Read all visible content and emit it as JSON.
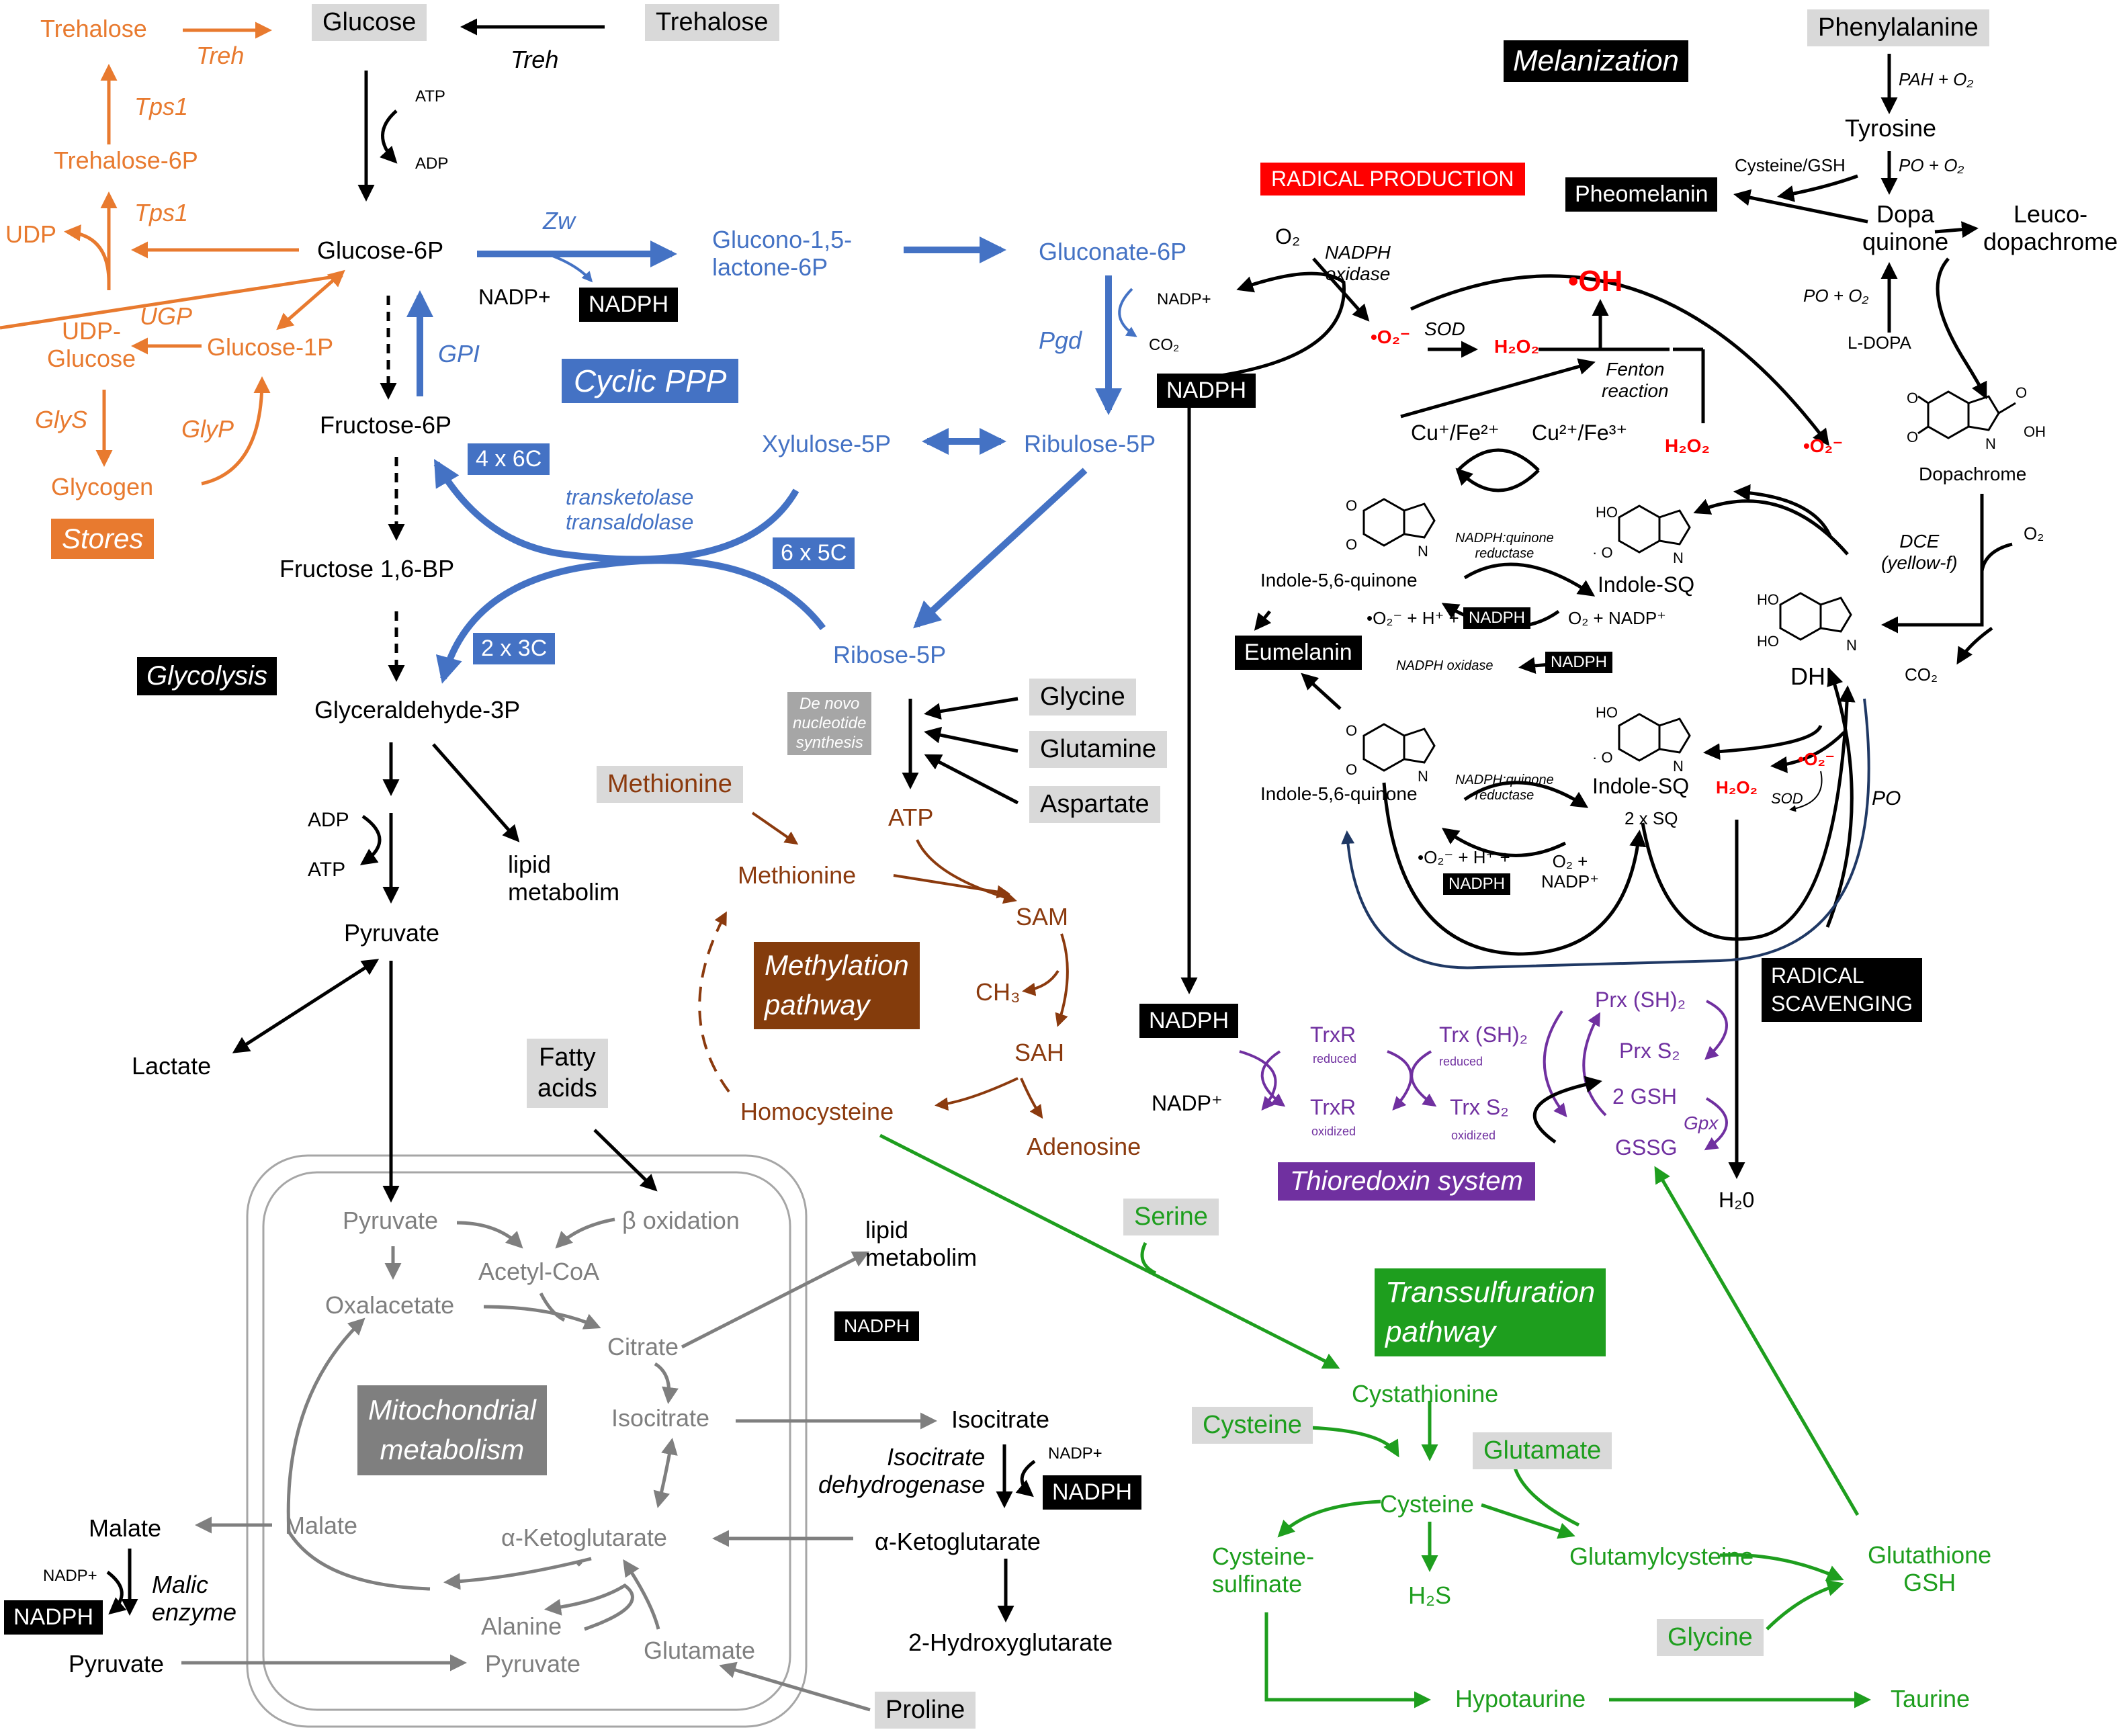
{
  "colors": {
    "orange": "#e87a2f",
    "blue": "#4472c4",
    "brown": "#8b3a0e",
    "grey": "#7f7f7f",
    "green": "#1e9e1e",
    "purple": "#7030a0",
    "red": "#ff0000",
    "navy": "#1f3864",
    "black": "#000000"
  },
  "stores": {
    "trehalose": "Trehalose",
    "treh": "Treh",
    "tps1_a": "Tps1",
    "trehalose_6p": "Trehalose-6P",
    "tps1_b": "Tps1",
    "udp": "UDP",
    "ugp": "UGP",
    "udp_glucose": "UDP-\nGlucose",
    "glucose_1p": "Glucose-1P",
    "glys": "GlyS",
    "glyp": "GlyP",
    "glycogen": "Glycogen",
    "box": "Stores"
  },
  "glycolysis": {
    "glucose_box": "Glucose",
    "trehalose_box": "Trehalose",
    "treh": "Treh",
    "atp": "ATP",
    "adp": "ADP",
    "glucose_6p": "Glucose-6P",
    "fructose_6p": "Fructose-6P",
    "gpi": "GPI",
    "fructose_16bp": "Fructose 1,6-BP",
    "box": "Glycolysis",
    "g3p": "Glyceraldehyde-3P",
    "adp2": "ADP",
    "atp2": "ATP",
    "lipid": "lipid\nmetabolim",
    "pyruvate": "Pyruvate",
    "lactate": "Lactate"
  },
  "ppp": {
    "zw": "Zw",
    "nadp_plus": "NADP+",
    "nadph": "NADPH",
    "glucono": "Glucono-1,5-\nlactone-6P",
    "gluconate": "Gluconate-6P",
    "nadp_plus2": "NADP+",
    "pgd": "Pgd",
    "co2": "CO₂",
    "nadph2": "NADPH",
    "box": "Cyclic PPP",
    "xylulose": "Xylulose-5P",
    "ribulose": "Ribulose-5P",
    "c6": "4 x 6C",
    "c5": "6 x 5C",
    "c3": "2 x 3C",
    "transketolase": "transketolase\ntransaldolase",
    "ribose": "Ribose-5P"
  },
  "nucleotide": {
    "denovo": "De novo\nnucleotide\nsynthesis",
    "glycine": "Glycine",
    "glutamine": "Glutamine",
    "aspartate": "Aspartate",
    "atp": "ATP"
  },
  "methylation": {
    "methionine_box": "Methionine",
    "methionine": "Methionine",
    "sam": "SAM",
    "ch3": "CH₃",
    "sah": "SAH",
    "homocysteine": "Homocysteine",
    "adenosine": "Adenosine",
    "box": "Methylation\npathway"
  },
  "mito": {
    "fatty": "Fatty\nacids",
    "pyruvate": "Pyruvate",
    "beta_ox": "β oxidation",
    "acetyl": "Acetyl-CoA",
    "oxalacetate": "Oxalacetate",
    "citrate": "Citrate",
    "isocitrate": "Isocitrate",
    "box": "Mitochondrial\nmetabolism",
    "malate": "Malate",
    "akg": "α-Ketoglutarate",
    "alanine": "Alanine",
    "pyruvate2": "Pyruvate",
    "glutamate": "Glutamate",
    "lipid": "lipid\nmetabolim",
    "nadph": "NADPH",
    "isocitrate_out": "Isocitrate",
    "idh": "Isocitrate\ndehydrogenase",
    "nadp_plus": "NADP+",
    "nadph2": "NADPH",
    "akg_out": "α-Ketoglutarate",
    "hydroxy": "2-Hydroxyglutarate",
    "malate_out": "Malate",
    "nadp_plus2": "NADP+",
    "nadph3": "NADPH",
    "malic": "Malic\nenzyme",
    "pyruvate_out": "Pyruvate",
    "proline": "Proline"
  },
  "melanization": {
    "title": "Melanization",
    "radical": "RADICAL PRODUCTION",
    "phenylalanine": "Phenylalanine",
    "pah": "PAH + O₂",
    "tyrosine": "Tyrosine",
    "po1": "PO + O₂",
    "cys_gsh": "Cysteine/GSH",
    "pheomelanin": "Pheomelanin",
    "dopa_quinone": "Dopa\nquinone",
    "leuco": "Leuco-\ndopachrome",
    "po2": "PO + O₂",
    "ldopa": "L-DOPA",
    "dopachrome": "Dopachrome",
    "dce": "DCE\n(yellow-f)",
    "o2_dce": "O₂",
    "co2_dhi": "CO₂",
    "dhi": "DHI",
    "o2": "O₂",
    "nadph_ox": "NADPH\noxidase",
    "superoxide": "•O₂⁻",
    "sod": "SOD",
    "h2o2": "H₂O₂",
    "oh": "•OH",
    "fenton": "Fenton\nreaction",
    "cu_fe_1": "Cu⁺/Fe²⁺",
    "cu_fe_2": "Cu²⁺/Fe³⁺",
    "h2o2_b": "H₂O₂",
    "superoxide_b": "•O₂⁻",
    "indole_q1": "Indole-5,6-quinone",
    "quinone_red1": "NADPH:quinone\nreductase",
    "indole_sq1": "Indole-SQ",
    "sup_line1": "•O₂⁻ + H⁺ +",
    "nadph_a": "NADPH",
    "o2_nadp1": "O₂ + NADP⁺",
    "eumelanin": "Eumelanin",
    "nadph_oxidase2": "NADPH oxidase",
    "nadph_b": "NADPH",
    "indole_q2": "Indole-5,6-quinone",
    "quinone_red2": "NADPH:quinone\nreductase",
    "indole_sq2": "Indole-SQ",
    "two_sq": "2 x SQ",
    "sup_line2": "•O₂⁻ + H⁺ +",
    "nadph_c": "NADPH",
    "o2_nadp2": "O₂ +\nNADP⁺",
    "superoxide_c": "•O₂⁻",
    "h2o2_c": "H₂O₂",
    "sod2": "SOD",
    "po_label": "PO"
  },
  "scavenging": {
    "box": "RADICAL\nSCAVENGING",
    "nadph": "NADPH",
    "nadp": "NADP⁺",
    "trxr_red": "TrxR",
    "reduced1": "reduced",
    "trxr_ox": "TrxR",
    "oxidized1": "oxidized",
    "trx_sh": "Trx (SH)₂",
    "reduced2": "reduced",
    "trx_s": "Trx S₂",
    "oxidized2": "oxidized",
    "prx_sh": "Prx (SH)₂",
    "prx_s": "Prx S₂",
    "gsh": "2 GSH",
    "gssg": "GSSG",
    "gpx": "Gpx",
    "thio_box": "Thioredoxin system",
    "h2o": "H₂0"
  },
  "transsulfuration": {
    "serine": "Serine",
    "box": "Transsulfuration\npathway",
    "cystathionine": "Cystathionine",
    "cysteine_box": "Cysteine",
    "glutamate_box": "Glutamate",
    "cysteine": "Cysteine",
    "cys_sulfinate": "Cysteine-\nsulfinate",
    "h2s": "H₂S",
    "glutamylcysteine": "Glutamylcysteine",
    "glutathione": "Glutathione\nGSH",
    "glycine_box": "Glycine",
    "hypotaurine": "Hypotaurine",
    "taurine": "Taurine"
  }
}
